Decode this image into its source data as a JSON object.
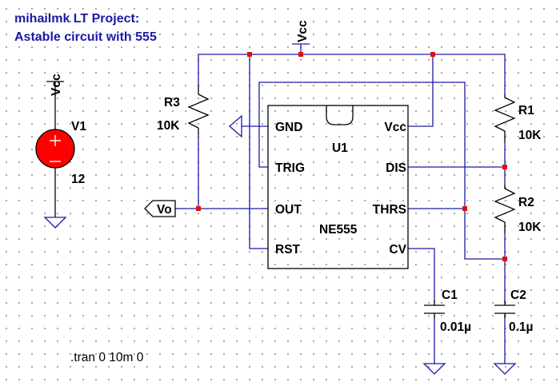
{
  "title": {
    "line1": "mihailmk LT Project:",
    "line2": "Astable circuit with 555"
  },
  "colors": {
    "wire": "#1a1aa6",
    "junction": "#e01010",
    "component": "#000000",
    "source_fill": "#ff0000",
    "title_text": "#1a1aa6"
  },
  "supply": {
    "net_name": "Vcc",
    "source_name": "V1",
    "source_value": "12"
  },
  "ic": {
    "ref": "U1",
    "part": "NE555",
    "pins": {
      "gnd": "GND",
      "trig": "TRIG",
      "out": "OUT",
      "rst": "RST",
      "vcc": "Vcc",
      "dis": "DIS",
      "thrs": "THRS",
      "cv": "CV"
    }
  },
  "components": {
    "r1": {
      "name": "R1",
      "value": "10K"
    },
    "r2": {
      "name": "R2",
      "value": "10K"
    },
    "r3": {
      "name": "R3",
      "value": "10K"
    },
    "c1": {
      "name": "C1",
      "value": "0.01µ"
    },
    "c2": {
      "name": "C2",
      "value": "0.1µ"
    }
  },
  "output_label": "Vo",
  "directive": ".tran 0 10m 0"
}
